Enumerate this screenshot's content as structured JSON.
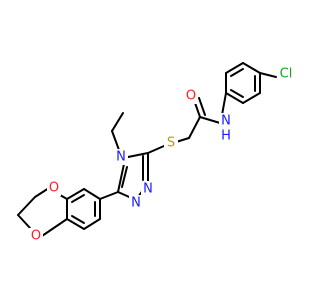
{
  "molecule": {
    "colors": {
      "bond": "#000000",
      "carbon": "#000000",
      "nitrogen": "#1a1aff",
      "oxygen": "#ff2020",
      "sulfur": "#b8a000",
      "chlorine": "#1fa01f"
    },
    "atoms": {
      "cl": {
        "label": "Cl",
        "color": "#1fa01f"
      },
      "o_carbonyl": {
        "label": "O",
        "color": "#ff2020"
      },
      "n_amide": {
        "label": "N",
        "color": "#1a1aff"
      },
      "h_amide": {
        "label": "H",
        "color": "#1a1aff"
      },
      "s_thioether": {
        "label": "S",
        "color": "#b8a000"
      },
      "n4_triazole": {
        "label": "N",
        "color": "#1a1aff"
      },
      "n2_triazole": {
        "label": "N",
        "color": "#1a1aff"
      },
      "n1_triazole": {
        "label": "N",
        "color": "#1a1aff"
      },
      "o_dioxepine_top": {
        "label": "O",
        "color": "#ff2020"
      },
      "o_dioxepine_bottom": {
        "label": "O",
        "color": "#ff2020"
      }
    }
  }
}
